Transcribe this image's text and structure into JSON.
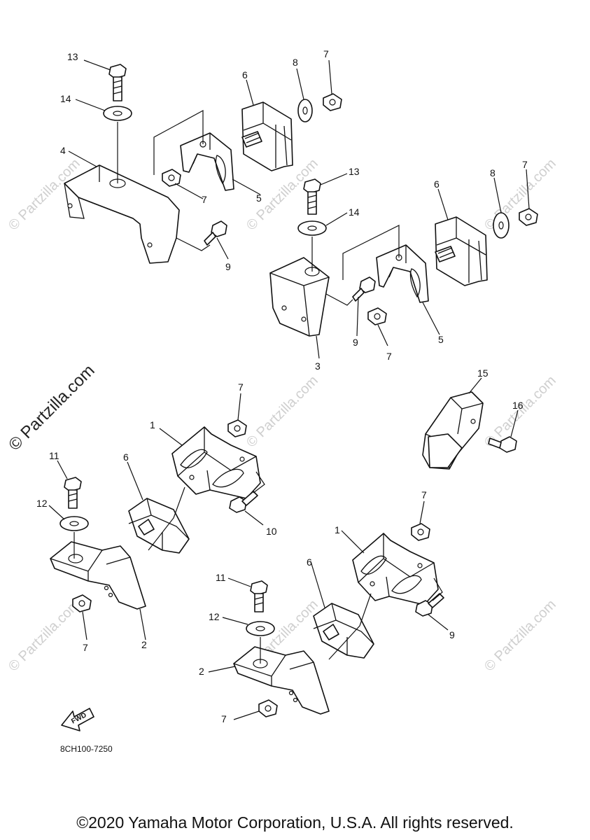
{
  "diagram": {
    "part_callouts": {
      "c13a": "13",
      "c14a": "14",
      "c4": "4",
      "c6a": "6",
      "c8a": "8",
      "c7a": "7",
      "c7b": "7",
      "c5a": "5",
      "c9a": "9",
      "c13b": "13",
      "c14b": "14",
      "c6b": "6",
      "c8b": "8",
      "c7c": "7",
      "c9b": "9",
      "c7d": "7",
      "c5b": "5",
      "c3": "3",
      "c15": "15",
      "c16": "16",
      "c7e": "7",
      "c1a": "1",
      "c11a": "11",
      "c6c": "6",
      "c12a": "12",
      "c10": "10",
      "c7f": "7",
      "c2a": "2",
      "c7g": "7",
      "c1b": "1",
      "c6d": "6",
      "c11b": "11",
      "c9c": "9",
      "c12b": "12",
      "c2b": "2",
      "c7h": "7"
    },
    "fwd_label": "FWD",
    "diagram_code": "8CH100-7250",
    "watermark_text": "© Partzilla.com"
  },
  "footer": {
    "copyright": "©2020 Yamaha Motor Corporation, U.S.A. All rights reserved."
  }
}
